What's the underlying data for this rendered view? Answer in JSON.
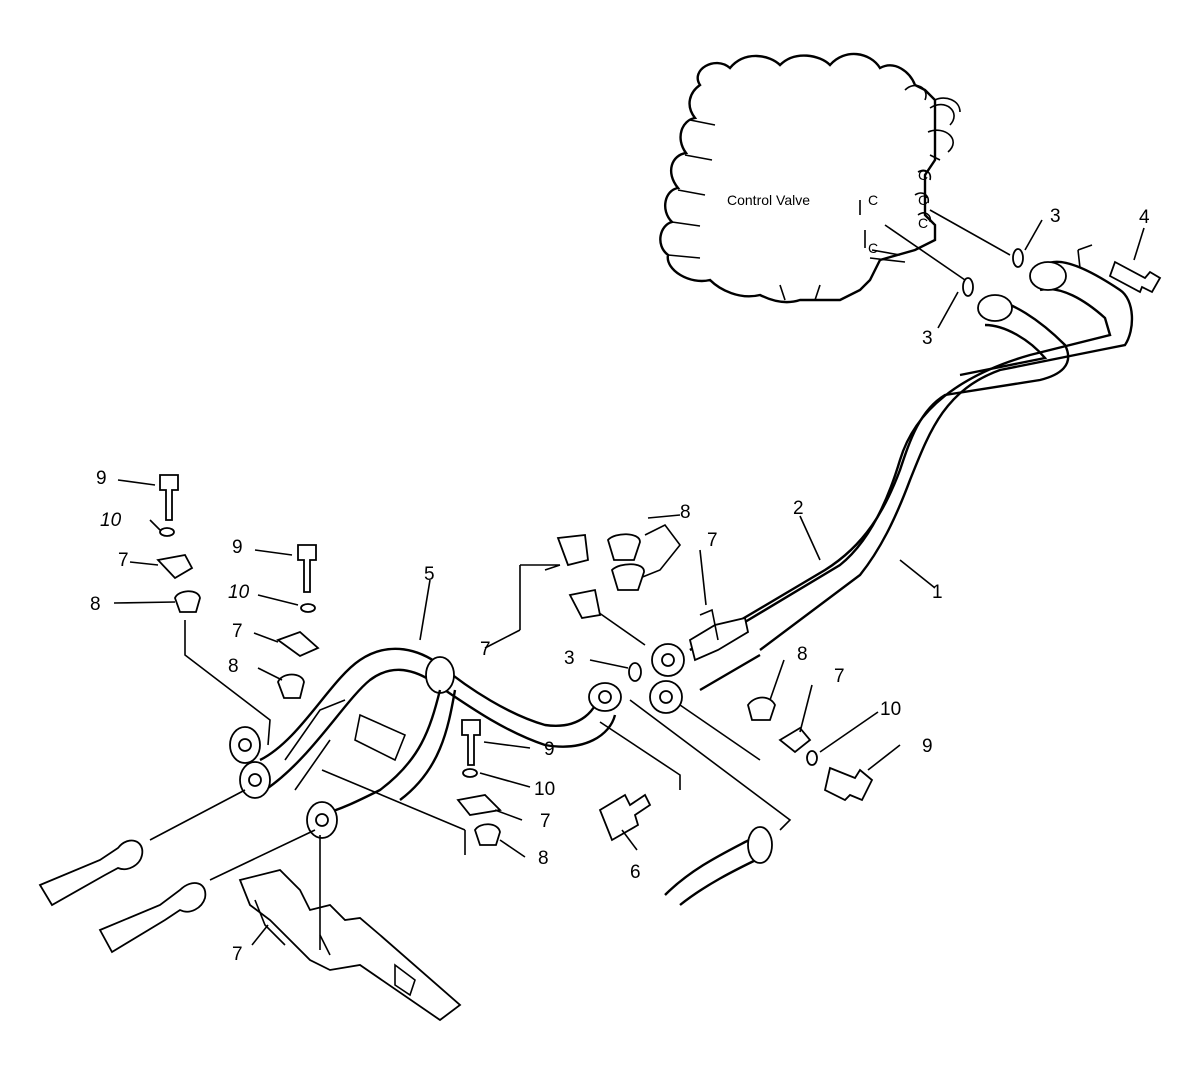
{
  "diagram": {
    "valve_label": "Control Valve",
    "callouts": [
      {
        "id": "c1",
        "text": "1"
      },
      {
        "id": "c2",
        "text": "2"
      },
      {
        "id": "c3a",
        "text": "3"
      },
      {
        "id": "c3b",
        "text": "3"
      },
      {
        "id": "c3c",
        "text": "3"
      },
      {
        "id": "c4",
        "text": "4"
      },
      {
        "id": "c5",
        "text": "5"
      },
      {
        "id": "c6",
        "text": "6"
      },
      {
        "id": "c7a",
        "text": "7"
      },
      {
        "id": "c7b",
        "text": "7"
      },
      {
        "id": "c7c",
        "text": "7"
      },
      {
        "id": "c7d",
        "text": "7"
      },
      {
        "id": "c7e",
        "text": "7"
      },
      {
        "id": "c7f",
        "text": "7"
      },
      {
        "id": "c7g",
        "text": "7"
      },
      {
        "id": "c8a",
        "text": "8"
      },
      {
        "id": "c8b",
        "text": "8"
      },
      {
        "id": "c8c",
        "text": "8"
      },
      {
        "id": "c8d",
        "text": "8"
      },
      {
        "id": "c8e",
        "text": "8"
      },
      {
        "id": "c9a",
        "text": "9"
      },
      {
        "id": "c9b",
        "text": "9"
      },
      {
        "id": "c9c",
        "text": "9"
      },
      {
        "id": "c9d",
        "text": "9"
      },
      {
        "id": "c10a",
        "text": "10"
      },
      {
        "id": "c10b",
        "text": "10"
      },
      {
        "id": "c10c",
        "text": "10"
      },
      {
        "id": "c10d",
        "text": "10"
      }
    ]
  }
}
